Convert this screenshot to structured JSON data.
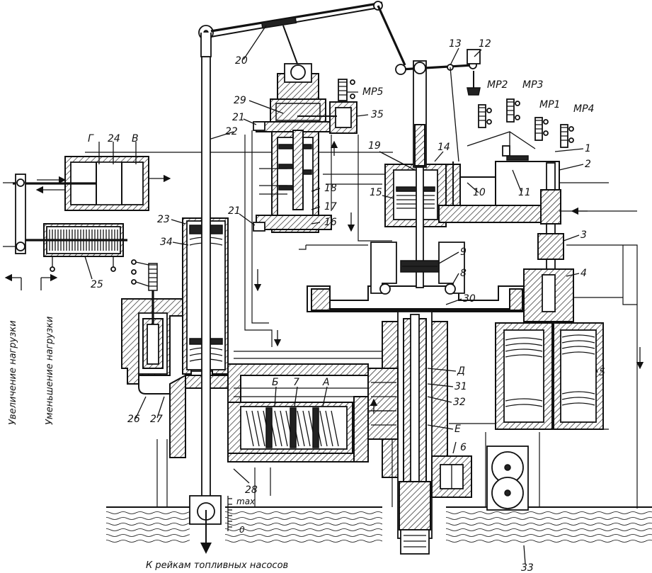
{
  "labels": {
    "g": "Г",
    "v": "В",
    "a": "А",
    "b": "Б",
    "d": "Д",
    "e": "Е",
    "n1": "1",
    "n2": "2",
    "n3": "3",
    "n4": "4",
    "n5": "5",
    "n6": "6",
    "n7": "7",
    "n8": "8",
    "n9": "9",
    "n10": "10",
    "n11": "11",
    "n12": "12",
    "n13": "13",
    "n14": "14",
    "n15": "15",
    "n16": "16",
    "n17": "17",
    "n18": "18",
    "n19": "19",
    "n20": "20",
    "n21a": "21",
    "n21b": "21",
    "n22": "22",
    "n23": "23",
    "n24": "24",
    "n25": "25",
    "n26": "26",
    "n27": "27",
    "n28": "28",
    "n29": "29",
    "n30": "30",
    "n31": "31",
    "n32": "32",
    "n33": "33",
    "n34": "34",
    "n35": "35",
    "mp1": "МР1",
    "mp2": "МР2",
    "mp3": "МР3",
    "mp4": "МР4",
    "mp5": "МР5",
    "max": "max",
    "zero": "0"
  },
  "captions": {
    "load_increase": "Увеличение нагрузки",
    "load_decrease": "Уменьшение нагрузки",
    "fuel_racks": "К рейкам топливных насосов"
  }
}
